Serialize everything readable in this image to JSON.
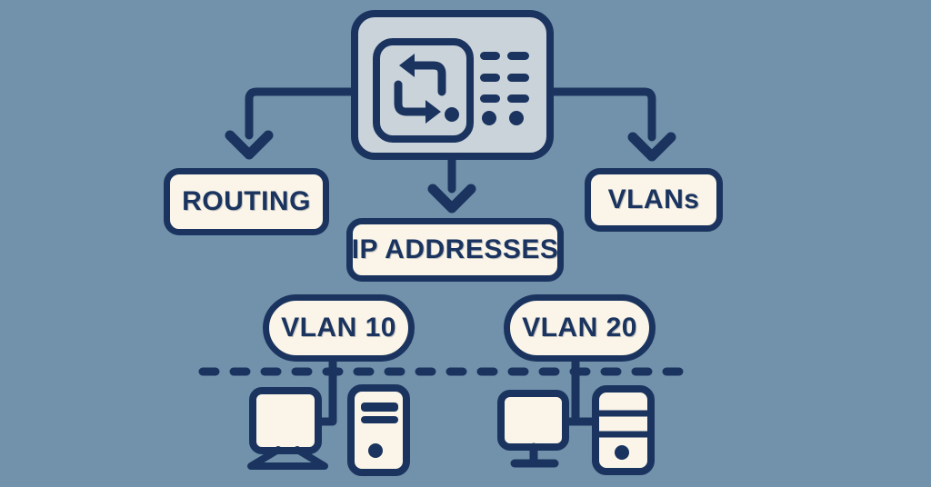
{
  "colors": {
    "background": "#7292ab",
    "ink": "#1a345f",
    "panel_fill": "#faf5e8",
    "device_fill": "#cbd3da"
  },
  "nodes": {
    "routing": {
      "label": "ROUTING"
    },
    "ip_addresses": {
      "label": "IP ADDRESSES"
    },
    "vlans": {
      "label": "VLANs"
    },
    "vlan10": {
      "label": "VLAN 10"
    },
    "vlan20": {
      "label": "VLAN 20"
    }
  },
  "icons": {
    "router": "router-switch-device-icon",
    "cycle": "routing-cycle-arrows-icon",
    "ports": "port-indicator-lights-icon",
    "monitor_left": "monitor-icon",
    "tower_left": "desktop-tower-icon",
    "monitor_right": "monitor-icon",
    "tower_right": "server-tower-icon"
  },
  "edges": [
    {
      "from": "router",
      "to": "routing",
      "style": "arrow"
    },
    {
      "from": "router",
      "to": "ip_addresses",
      "style": "arrow"
    },
    {
      "from": "router",
      "to": "vlans",
      "style": "arrow"
    },
    {
      "from": "vlan10",
      "to": "vlan10-workstations",
      "style": "line"
    },
    {
      "from": "vlan20",
      "to": "vlan20-workstations",
      "style": "line"
    },
    {
      "name": "network-segment-boundary",
      "style": "dashed-line"
    }
  ]
}
